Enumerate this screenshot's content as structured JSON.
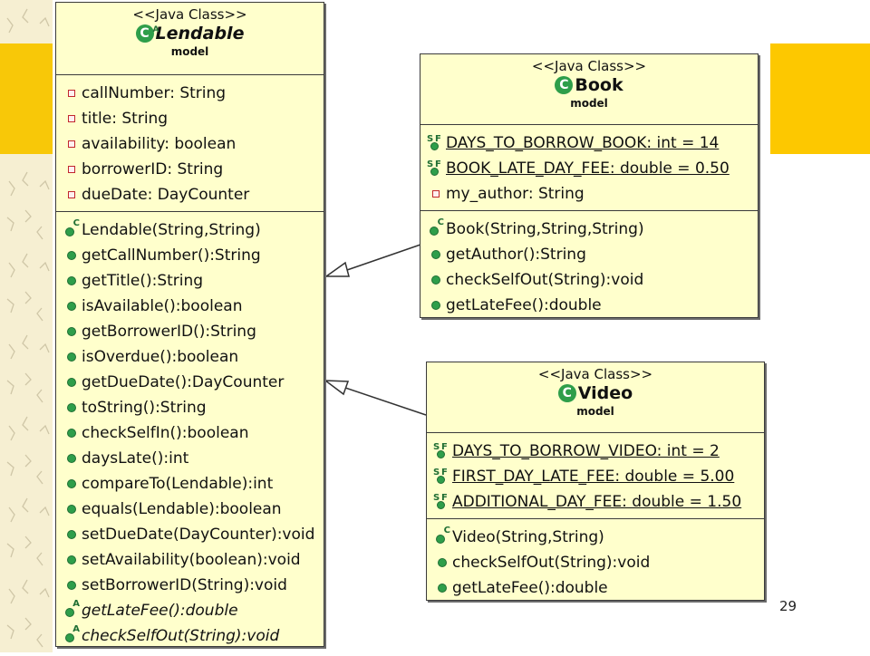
{
  "colors": {
    "class_fill": "#ffffcc",
    "accent_gold": "#f8c808",
    "method_green": "#2e9e4a",
    "private_red": "#c2272d"
  },
  "lendable": {
    "stereotype": "<<Java Class>>",
    "name": "Lendable",
    "package": "model",
    "icon": "abstract-class-icon",
    "attributes": [
      {
        "icon": "private-field-icon",
        "text": "callNumber: String"
      },
      {
        "icon": "private-field-icon",
        "text": "title: String"
      },
      {
        "icon": "private-field-icon",
        "text": "availability: boolean"
      },
      {
        "icon": "private-field-icon",
        "text": "borrowerID: String"
      },
      {
        "icon": "private-field-icon",
        "text": "dueDate: DayCounter"
      }
    ],
    "methods": [
      {
        "icon": "constructor-icon",
        "text": "Lendable(String,String)"
      },
      {
        "icon": "public-method-icon",
        "text": "getCallNumber():String"
      },
      {
        "icon": "public-method-icon",
        "text": "getTitle():String"
      },
      {
        "icon": "public-method-icon",
        "text": "isAvailable():boolean"
      },
      {
        "icon": "public-method-icon",
        "text": "getBorrowerID():String"
      },
      {
        "icon": "public-method-icon",
        "text": "isOverdue():boolean"
      },
      {
        "icon": "public-method-icon",
        "text": "getDueDate():DayCounter"
      },
      {
        "icon": "public-method-icon",
        "text": "toString():String"
      },
      {
        "icon": "public-method-icon",
        "text": "checkSelfIn():boolean"
      },
      {
        "icon": "public-method-icon",
        "text": "daysLate():int"
      },
      {
        "icon": "public-method-icon",
        "text": "compareTo(Lendable):int"
      },
      {
        "icon": "public-method-icon",
        "text": "equals(Lendable):boolean"
      },
      {
        "icon": "public-method-icon",
        "text": "setDueDate(DayCounter):void"
      },
      {
        "icon": "public-method-icon",
        "text": "setAvailability(boolean):void"
      },
      {
        "icon": "public-method-icon",
        "text": "setBorrowerID(String):void"
      },
      {
        "icon": "abstract-method-icon",
        "text": "getLateFee():double",
        "italic": true
      },
      {
        "icon": "abstract-method-icon",
        "text": "checkSelfOut(String):void",
        "italic": true
      }
    ]
  },
  "book": {
    "stereotype": "<<Java Class>>",
    "name": "Book",
    "package": "model",
    "icon": "class-icon",
    "attributes": [
      {
        "icon": "static-final-icon",
        "text": "DAYS_TO_BORROW_BOOK: int = 14",
        "underline": true
      },
      {
        "icon": "static-final-icon",
        "text": "BOOK_LATE_DAY_FEE: double = 0.50",
        "underline": true
      },
      {
        "icon": "private-field-icon",
        "text": "my_author: String"
      }
    ],
    "methods": [
      {
        "icon": "constructor-icon",
        "text": "Book(String,String,String)"
      },
      {
        "icon": "public-method-icon",
        "text": "getAuthor():String"
      },
      {
        "icon": "public-method-icon",
        "text": "checkSelfOut(String):void"
      },
      {
        "icon": "public-method-icon",
        "text": "getLateFee():double"
      }
    ]
  },
  "video": {
    "stereotype": "<<Java Class>>",
    "name": "Video",
    "package": "model",
    "icon": "class-icon",
    "attributes": [
      {
        "icon": "static-final-icon",
        "text": "DAYS_TO_BORROW_VIDEO: int = 2",
        "underline": true
      },
      {
        "icon": "static-final-icon",
        "text": "FIRST_DAY_LATE_FEE: double = 5.00",
        "underline": true
      },
      {
        "icon": "static-final-icon",
        "text": "ADDITIONAL_DAY_FEE: double = 1.50",
        "underline": true
      }
    ],
    "methods": [
      {
        "icon": "constructor-icon",
        "text": "Video(String,String)"
      },
      {
        "icon": "public-method-icon",
        "text": "checkSelfOut(String):void"
      },
      {
        "icon": "public-method-icon",
        "text": "getLateFee():double"
      }
    ]
  },
  "page_number": "29"
}
